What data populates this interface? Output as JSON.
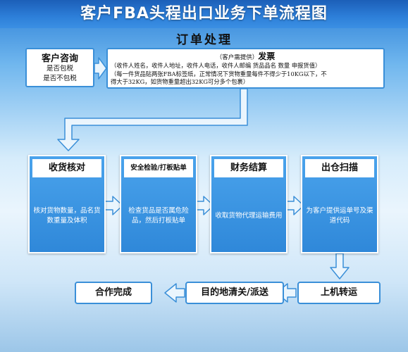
{
  "title": "客户FBA头程出口业务下单流程图",
  "section": "订单处理",
  "consult": {
    "head": "客户咨询",
    "lines": [
      "是否包税",
      "是否不包税"
    ]
  },
  "invoice": {
    "note": "（客户需提供）",
    "head": "发票",
    "lines": [
      "（收件人姓名，收件人地址，收件人电话，收件人邮编 货品品名 数量 申报货值）",
      "（每一件货品贴两张FBA标签纸，正常情况下货物重量每件不得少于10KG以下，不",
      "得大于32KG，如货物重量超出32KG可分多个包裹）"
    ]
  },
  "steps": [
    {
      "head": "收货核对",
      "body": "核对货物数量，品名货数重量及体积"
    },
    {
      "head": "安全检验/打板贴单",
      "body": "检查货品是否属危险品，然后打板贴单"
    },
    {
      "head": "财务结算",
      "body": "收取货物代理运输费用"
    },
    {
      "head": "出仓扫描",
      "body": "为客户提供运单号及渠道代码"
    }
  ],
  "bottom": [
    "上机转运",
    "目的地清关/派送",
    "合作完成"
  ],
  "colors": {
    "accent": "#3a8fd8",
    "step_fill": "#2f88d9",
    "arrow_fill": "#e9f4fd"
  }
}
